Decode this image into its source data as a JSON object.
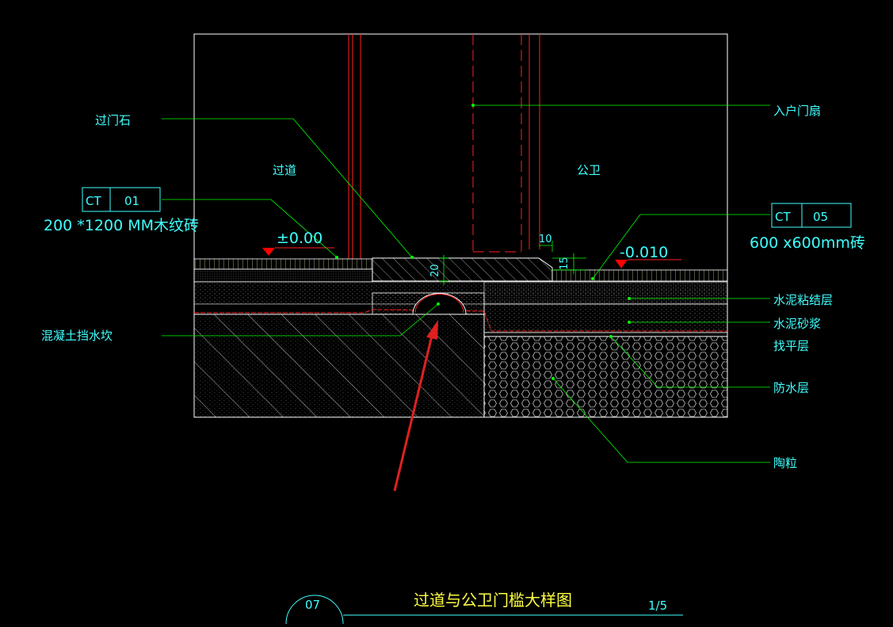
{
  "labels": {
    "threshold_stone": "过门石",
    "entry_door_leaf": "入户门扇",
    "corridor": "过道",
    "bathroom": "公卫",
    "tag_left_code": "CT",
    "tag_left_num": "01",
    "tag_left_spec": "200 *1200 MM木纹砖",
    "tag_right_code": "CT",
    "tag_right_num": "05",
    "tag_right_spec": "600 x600mm砖",
    "level_left": "±0.00",
    "level_right": "-0.010",
    "dim_10": "10",
    "dim_15": "15",
    "dim_20": "20",
    "cement_bond": "水泥粘结层",
    "cement_mortar": "水泥砂浆",
    "leveling": "找平层",
    "waterproof": "防水层",
    "ceramsite": "陶粒",
    "concrete_curb": "混凝土挡水坎"
  },
  "title_block": {
    "number": "07",
    "title": "过道与公卫门槛大样图",
    "scale": "1/5"
  },
  "colors": {
    "background": "#000000",
    "outline": "#ffffff",
    "leader": "#00ff00",
    "text": "#40ffff",
    "door": "#ff2020",
    "marker": "#ff0000",
    "title": "#ffff40",
    "hatch": "#b0b0b0"
  }
}
